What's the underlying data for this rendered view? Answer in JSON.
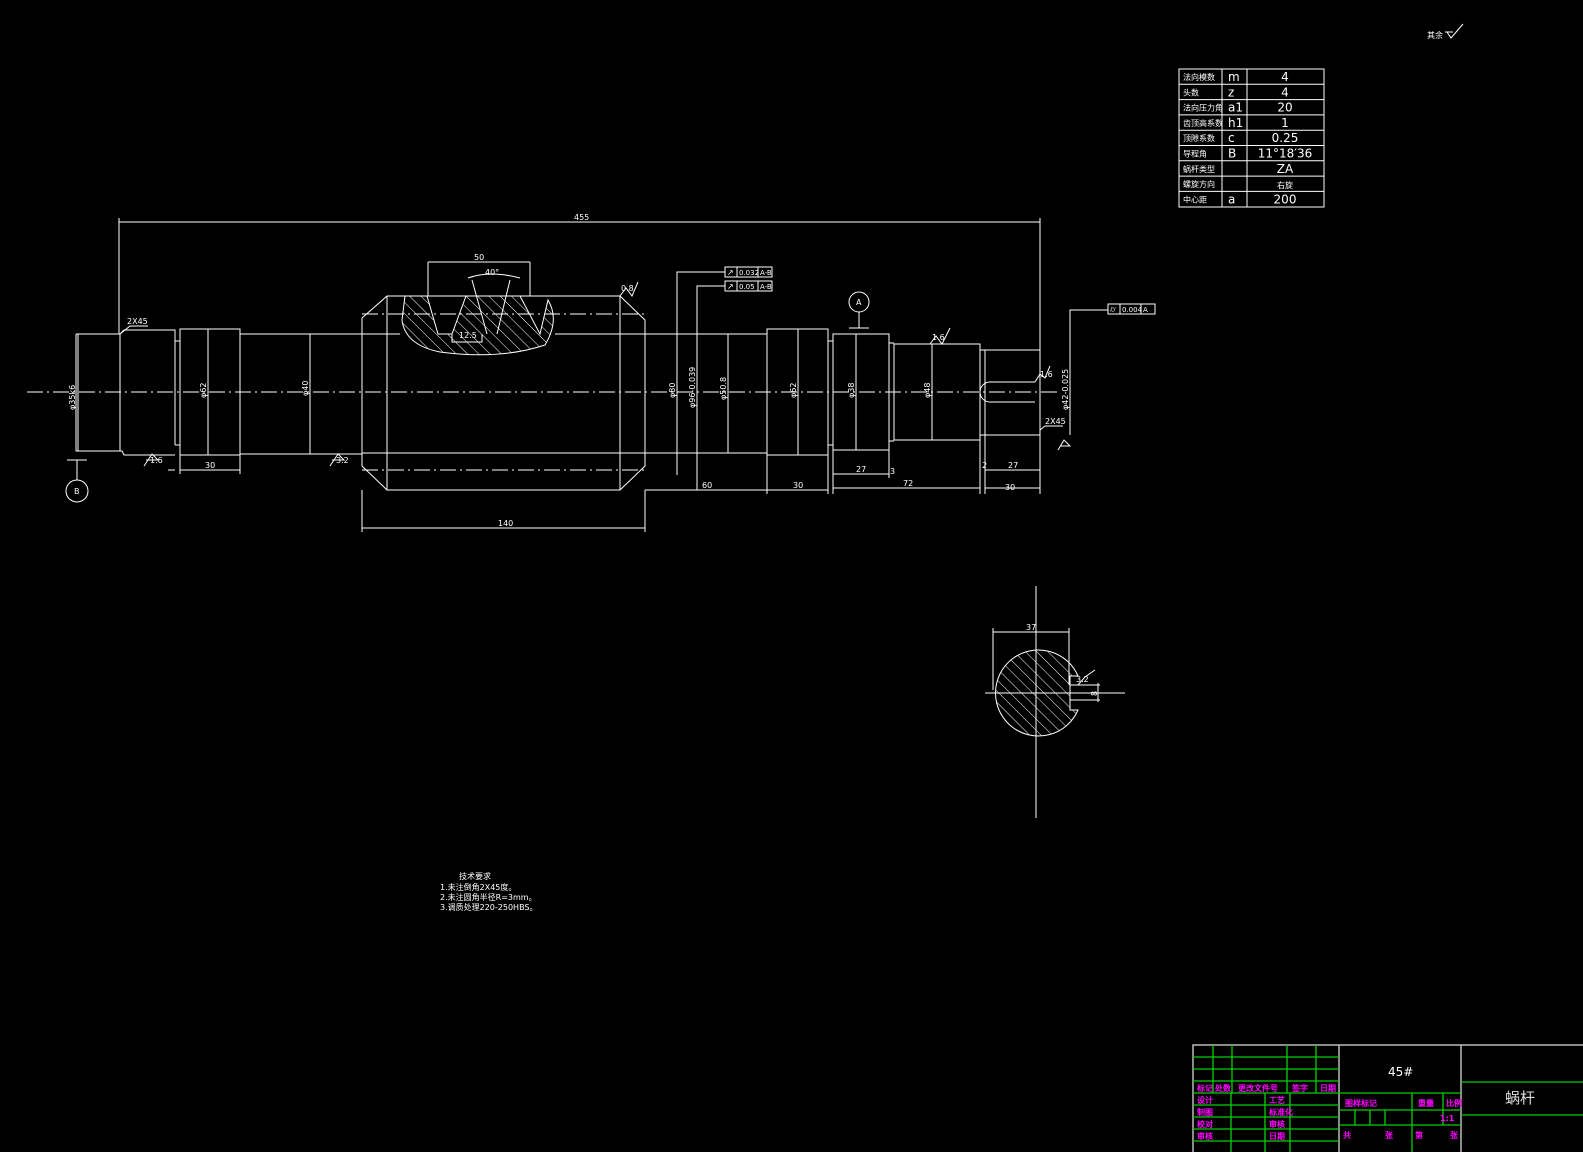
{
  "roughness_note": "其余",
  "params_table": {
    "rows": [
      {
        "name": "法向模数",
        "symbol": "m",
        "value": "4"
      },
      {
        "name": "头数",
        "symbol": "z",
        "value": "4"
      },
      {
        "name": "法向压力角",
        "symbol": "a1",
        "value": "20"
      },
      {
        "name": "齿顶高系数",
        "symbol": "h1",
        "value": "1"
      },
      {
        "name": "顶隙系数",
        "symbol": "c",
        "value": "0.25"
      },
      {
        "name": "导程角",
        "symbol": "B",
        "value": "11°18′36"
      },
      {
        "name": "蜗杆类型",
        "symbol": "",
        "value": "ZA"
      },
      {
        "name": "螺旋方向",
        "symbol": "",
        "value": "右旋"
      },
      {
        "name": "中心距",
        "symbol": "a",
        "value": "200"
      }
    ]
  },
  "dimensions": {
    "overall": "455",
    "tooth_span": "50",
    "angle": "40°",
    "tooth_width": "12.5",
    "worm_len": "140",
    "l60": "60",
    "l30a": "30",
    "l30b": "30",
    "l27a": "27",
    "l27b": "27",
    "l72": "72",
    "l30c": "30",
    "g2": "2",
    "g3": "3",
    "d35": "φ35k6",
    "d62a": "φ62",
    "d40": "φ40",
    "d80": "φ80",
    "d96": "φ96-0.039",
    "d508": "φ50.8",
    "d62b": "φ62",
    "d38": "φ38",
    "d48": "φ48",
    "d42": "φ42-0.025",
    "chamfer1": "2X45",
    "chamfer2": "2X45",
    "r16": "1.6",
    "r32": "3.2",
    "r08": "0.8",
    "r16b": "1.6",
    "r16c": "1.6",
    "sec_37": "37",
    "sec_8": "8",
    "sec_r": "3.2"
  },
  "tolerances": [
    {
      "symbol": "↗",
      "value": "0.032",
      "datum": "A-B"
    },
    {
      "symbol": "↗",
      "value": "0.05",
      "datum": "A-B"
    },
    {
      "symbol": "⌭",
      "value": "0.004",
      "datum": "A"
    }
  ],
  "datums": {
    "a": "A",
    "b": "B"
  },
  "tech_requirements": {
    "title": "技术要求",
    "items": [
      "1.未注倒角2X45度。",
      "2.未注圆角半径R=3mm。",
      "3.调质处理220-250HBS。"
    ]
  },
  "title_block": {
    "material": "45#",
    "part_name": "蜗杆",
    "scale": "1:1",
    "rev_headers": [
      "标记",
      "处数",
      "更改文件号",
      "签字",
      "日期"
    ],
    "left_labels": [
      "设计",
      "制图",
      "校对",
      "审核"
    ],
    "mid_labels": [
      "工艺",
      "标准化",
      "审核",
      "日期"
    ],
    "right_headers": [
      "图样标记",
      "重量",
      "比例"
    ],
    "sheet_labels": [
      "共",
      "张",
      "第",
      "张"
    ]
  }
}
